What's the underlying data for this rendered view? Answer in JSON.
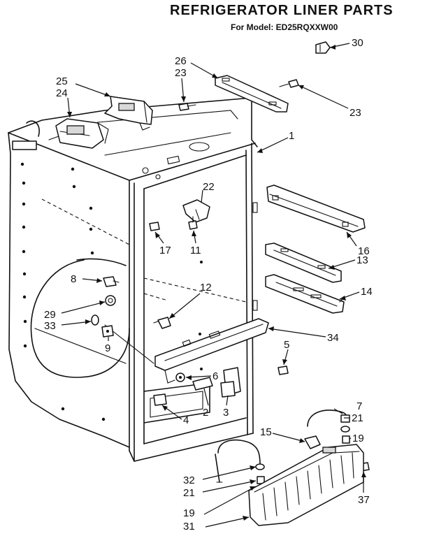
{
  "header": {
    "title": "REFRIGERATOR LINER PARTS",
    "subtitle": "For Model: ED25RQXXW00"
  },
  "callouts": [
    {
      "id": "c1",
      "label": "1"
    },
    {
      "id": "c2",
      "label": "2"
    },
    {
      "id": "c3",
      "label": "3"
    },
    {
      "id": "c4",
      "label": "4"
    },
    {
      "id": "c5",
      "label": "5"
    },
    {
      "id": "c6",
      "label": "6"
    },
    {
      "id": "c7",
      "label": "7"
    },
    {
      "id": "c8",
      "label": "8"
    },
    {
      "id": "c9",
      "label": "9"
    },
    {
      "id": "c11",
      "label": "11"
    },
    {
      "id": "c12",
      "label": "12"
    },
    {
      "id": "c13",
      "label": "13"
    },
    {
      "id": "c14",
      "label": "14"
    },
    {
      "id": "c15",
      "label": "15"
    },
    {
      "id": "c16",
      "label": "16"
    },
    {
      "id": "c17",
      "label": "17"
    },
    {
      "id": "c19a",
      "label": "19"
    },
    {
      "id": "c19b",
      "label": "19"
    },
    {
      "id": "c21a",
      "label": "21"
    },
    {
      "id": "c21b",
      "label": "21"
    },
    {
      "id": "c22",
      "label": "22"
    },
    {
      "id": "c23a",
      "label": "23"
    },
    {
      "id": "c23b",
      "label": "23"
    },
    {
      "id": "c24",
      "label": "24"
    },
    {
      "id": "c25",
      "label": "25"
    },
    {
      "id": "c26",
      "label": "26"
    },
    {
      "id": "c29",
      "label": "29"
    },
    {
      "id": "c30",
      "label": "30"
    },
    {
      "id": "c31",
      "label": "31"
    },
    {
      "id": "c32",
      "label": "32"
    },
    {
      "id": "c33",
      "label": "33"
    },
    {
      "id": "c34",
      "label": "34"
    },
    {
      "id": "c37",
      "label": "37"
    }
  ]
}
